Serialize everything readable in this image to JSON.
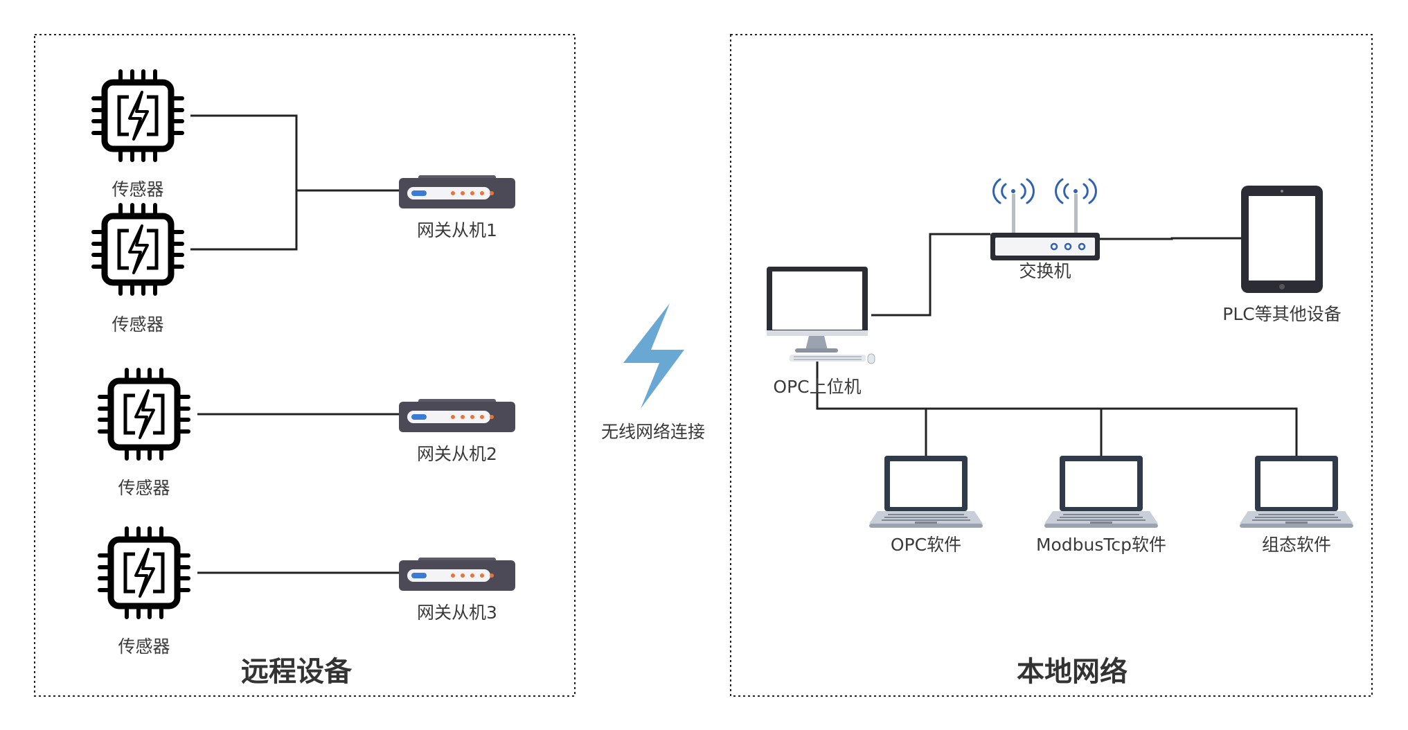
{
  "remote": {
    "title": "远程设备",
    "sensors": [
      "传感器",
      "传感器",
      "传感器",
      "传感器"
    ],
    "gateways": [
      "网关从机1",
      "网关从机2",
      "网关从机3"
    ]
  },
  "link": {
    "label": "无线网络连接"
  },
  "local": {
    "title": "本地网络",
    "switch": "交换机",
    "plc": "PLC等其他设备",
    "opc_host": "OPC上位机",
    "clients": [
      "OPC软件",
      "ModbusTcp软件",
      "组态软件"
    ]
  },
  "colors": {
    "lightning": "#6aa8d4",
    "gateway_body": "#4d4a57",
    "gateway_led_blue": "#3a7bd5",
    "gateway_led_orange": "#e8743b",
    "wifi_signal": "#2f62b0"
  }
}
